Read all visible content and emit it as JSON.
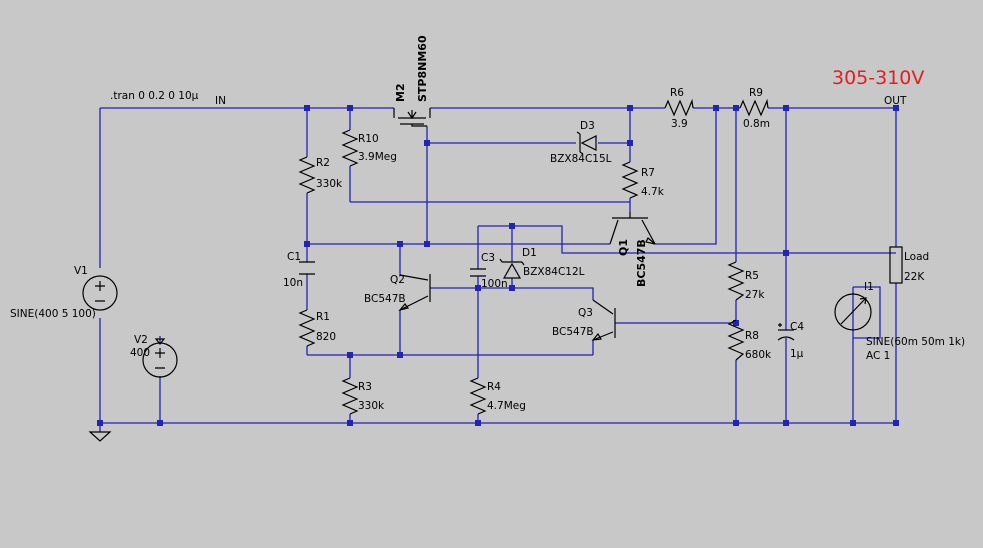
{
  "annotation": "305-310V",
  "directive": ".tran 0 0.2 0 10µ",
  "nets": {
    "in": "IN",
    "out": "OUT"
  },
  "components": {
    "V1": {
      "name": "V1",
      "value": "SINE(400 5 100)"
    },
    "V2": {
      "name": "V2",
      "value": "400"
    },
    "M2": {
      "name": "M2",
      "value": "STP8NM60"
    },
    "R10": {
      "name": "R10",
      "value": "3.9Meg"
    },
    "R2": {
      "name": "R2",
      "value": "330k"
    },
    "C1": {
      "name": "C1",
      "value": "10n"
    },
    "R1": {
      "name": "R1",
      "value": "820"
    },
    "R3": {
      "name": "R3",
      "value": "330k"
    },
    "Q2": {
      "name": "Q2",
      "value": "BC547B"
    },
    "C3": {
      "name": "C3",
      "value": "100n"
    },
    "D1": {
      "name": "D1",
      "value": "BZX84C12L"
    },
    "R4": {
      "name": "R4",
      "value": "4.7Meg"
    },
    "D3": {
      "name": "D3",
      "value": "BZX84C15L"
    },
    "R6": {
      "name": "R6",
      "value": "3.9"
    },
    "R7": {
      "name": "R7",
      "value": "4.7k"
    },
    "Q1": {
      "name": "Q1",
      "value": "BC547B"
    },
    "Q3": {
      "name": "Q3",
      "value": "BC547B"
    },
    "R9": {
      "name": "R9",
      "value": "0.8m"
    },
    "R5": {
      "name": "R5",
      "value": "27k"
    },
    "R8": {
      "name": "R8",
      "value": "680k"
    },
    "C4": {
      "name": "C4",
      "value": "1µ"
    },
    "I1": {
      "name": "I1",
      "value": "SINE(60m 50m 1k)",
      "value2": "AC 1"
    },
    "Load": {
      "name": "Load",
      "value": "22K"
    }
  }
}
